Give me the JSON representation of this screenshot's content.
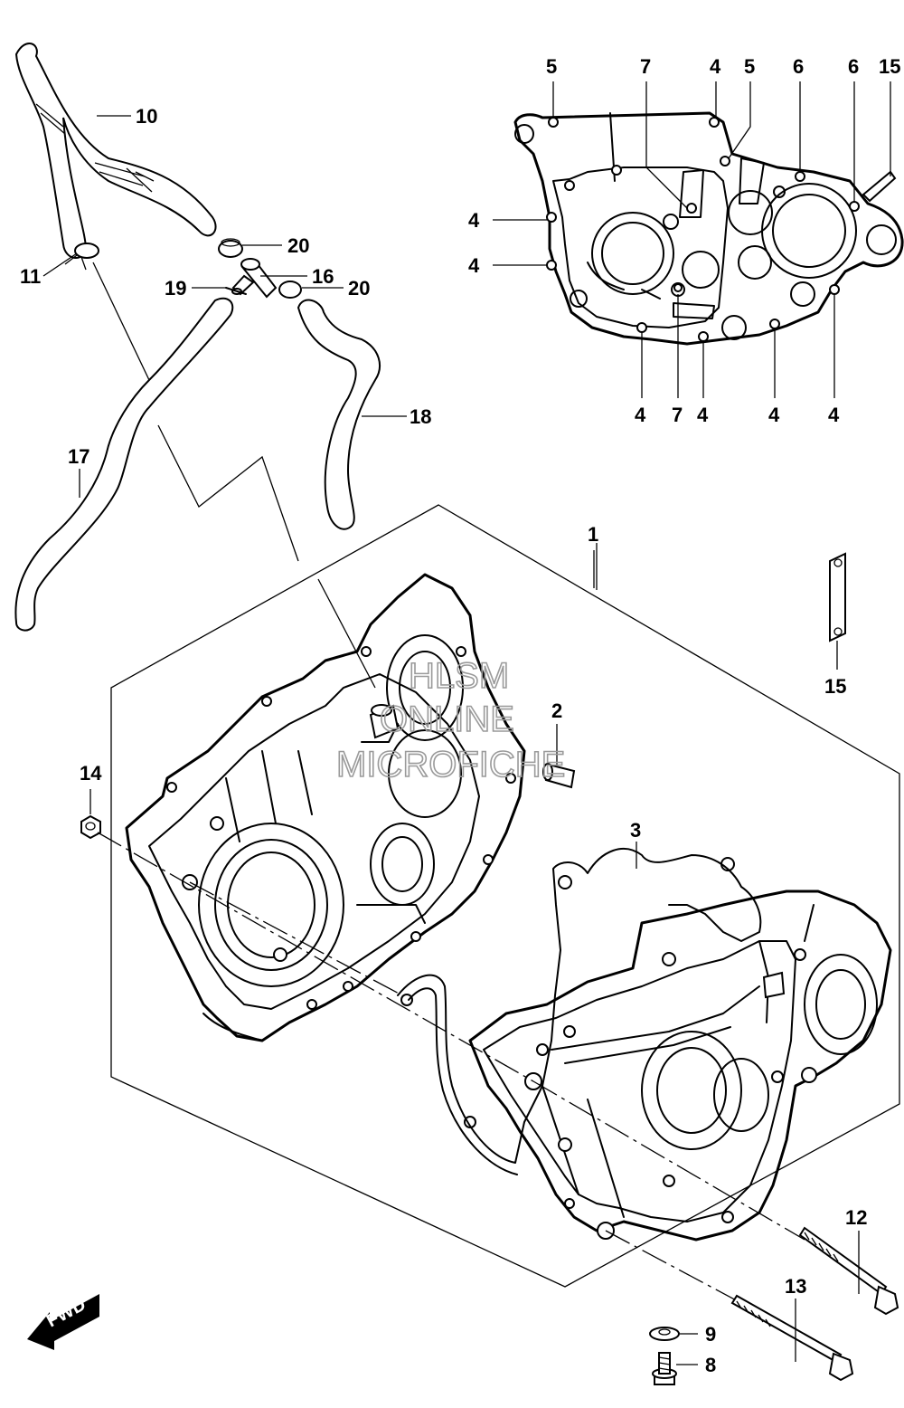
{
  "callouts": [
    {
      "id": "c10",
      "text": "10"
    },
    {
      "id": "c20a",
      "text": "20"
    },
    {
      "id": "c11",
      "text": "11"
    },
    {
      "id": "c16",
      "text": "16"
    },
    {
      "id": "c19",
      "text": "19"
    },
    {
      "id": "c20b",
      "text": "20"
    },
    {
      "id": "c18",
      "text": "18"
    },
    {
      "id": "c17",
      "text": "17"
    },
    {
      "id": "c1",
      "text": "1"
    },
    {
      "id": "c2",
      "text": "2"
    },
    {
      "id": "c3",
      "text": "3"
    },
    {
      "id": "c14",
      "text": "14"
    },
    {
      "id": "c15b",
      "text": "15"
    },
    {
      "id": "c12",
      "text": "12"
    },
    {
      "id": "c13",
      "text": "13"
    },
    {
      "id": "c9",
      "text": "9"
    },
    {
      "id": "c8",
      "text": "8"
    },
    {
      "id": "t5a",
      "text": "5"
    },
    {
      "id": "t7a",
      "text": "7"
    },
    {
      "id": "t4a",
      "text": "4"
    },
    {
      "id": "t5b",
      "text": "5"
    },
    {
      "id": "t6a",
      "text": "6"
    },
    {
      "id": "t6b",
      "text": "6"
    },
    {
      "id": "t15",
      "text": "15"
    },
    {
      "id": "t4b",
      "text": "4"
    },
    {
      "id": "t4c",
      "text": "4"
    },
    {
      "id": "b4a",
      "text": "4"
    },
    {
      "id": "b7",
      "text": "7"
    },
    {
      "id": "b4b",
      "text": "4"
    },
    {
      "id": "b4c",
      "text": "4"
    },
    {
      "id": "b4d",
      "text": "4"
    }
  ],
  "watermark": {
    "line1": "HLSM",
    "line2": "ONLINE",
    "line3": "MICROFICHE"
  },
  "fwd_label": "FWD"
}
